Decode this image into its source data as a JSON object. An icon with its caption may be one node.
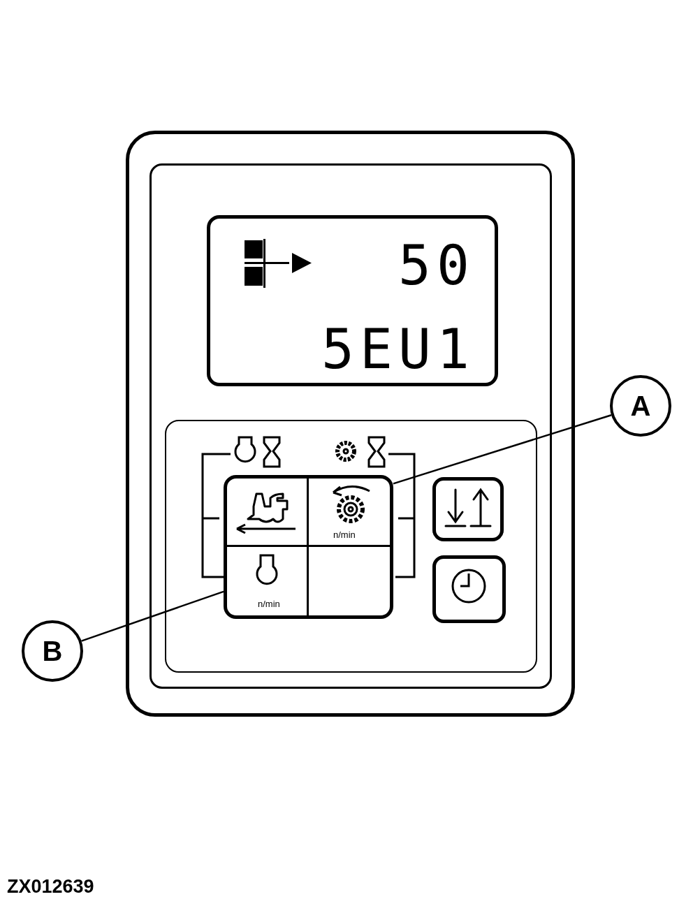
{
  "diagram": {
    "nodes": [
      {
        "text": [
          "A"
        ]
      },
      {
        "text": [
          "B"
        ]
      },
      {
        "text": [],
        "shape": "box"
      }
    ],
    "edges": [
      {
        "from": 0,
        "to": 2,
        "arrow": "none"
      },
      {
        "from": 1,
        "to": 2,
        "arrow": "none"
      }
    ],
    "labels": [
      "50",
      "5EU1",
      "n/min",
      "n/min",
      "ZX012639"
    ]
  }
}
